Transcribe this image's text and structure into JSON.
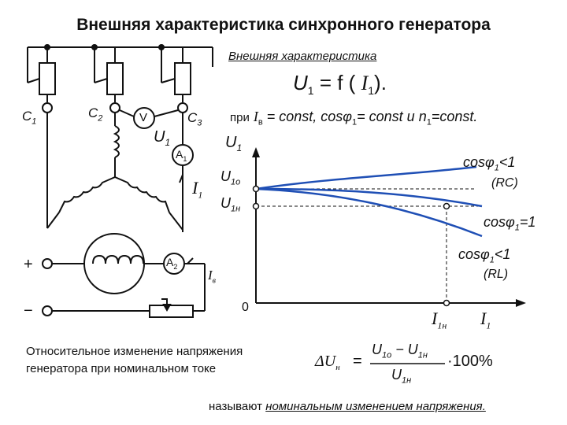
{
  "title": "Внешняя характеристика синхронного генератора",
  "subtitle": "Внешняя характеристика",
  "formula_main": {
    "lhs": "U",
    "lhs_sub": "1",
    "eq": "= f (",
    "arg": "I",
    "arg_sub": "1",
    "close": ")."
  },
  "conditions": {
    "pri": "при",
    "iv": "I",
    "iv_sub": "в",
    "rest1": "= const, cosφ",
    "phi_sub": "1",
    "rest2": "= const и n",
    "n_sub": "1",
    "rest3": "=const."
  },
  "circuit": {
    "c1": "C",
    "c1_sub": "1",
    "c2": "C",
    "c2_sub": "2",
    "c3": "C",
    "c3_sub": "3",
    "voltmeter": "V",
    "u1": "U",
    "u1_sub": "1",
    "ammeter1": "A",
    "ammeter1_sub": "1",
    "i1": "I",
    "i1_sub": "1",
    "ammeter2": "A",
    "ammeter2_sub": "2",
    "iv": "I",
    "iv_sub": "в",
    "plus": "+",
    "minus": "−"
  },
  "graph": {
    "y_axis": "U",
    "y_axis_sub": "1",
    "u10": "U",
    "u10_sub": "1о",
    "u1n": "U",
    "u1n_sub": "1н",
    "origin": "0",
    "i1n": "I",
    "i1n_sub": "1н",
    "x_axis": "I",
    "x_axis_sub": "1",
    "curve_rc": "cosφ",
    "curve_rc_sub": "1",
    "curve_rc_val": "<1",
    "curve_rc_type": "(RC)",
    "curve_r": "cosφ",
    "curve_r_sub": "1",
    "curve_r_val": "=1",
    "curve_rl": "cosφ",
    "curve_rl_sub": "1",
    "curve_rl_val": "<1",
    "curve_rl_type": "(RL)"
  },
  "note_line1": "Относительное изменение напряжения",
  "note_line2": "генератора при номинальном токе",
  "delta_formula": {
    "lhs": "ΔU",
    "lhs_sub": "н",
    "eq": "=",
    "num": "U",
    "num_sub1": "1о",
    "minus": " − U",
    "num_sub2": "1н",
    "den": "U",
    "den_sub": "1н",
    "mult": "·100%"
  },
  "footer_prefix": "называют ",
  "footer_term": "номинальным изменением напряжения."
}
